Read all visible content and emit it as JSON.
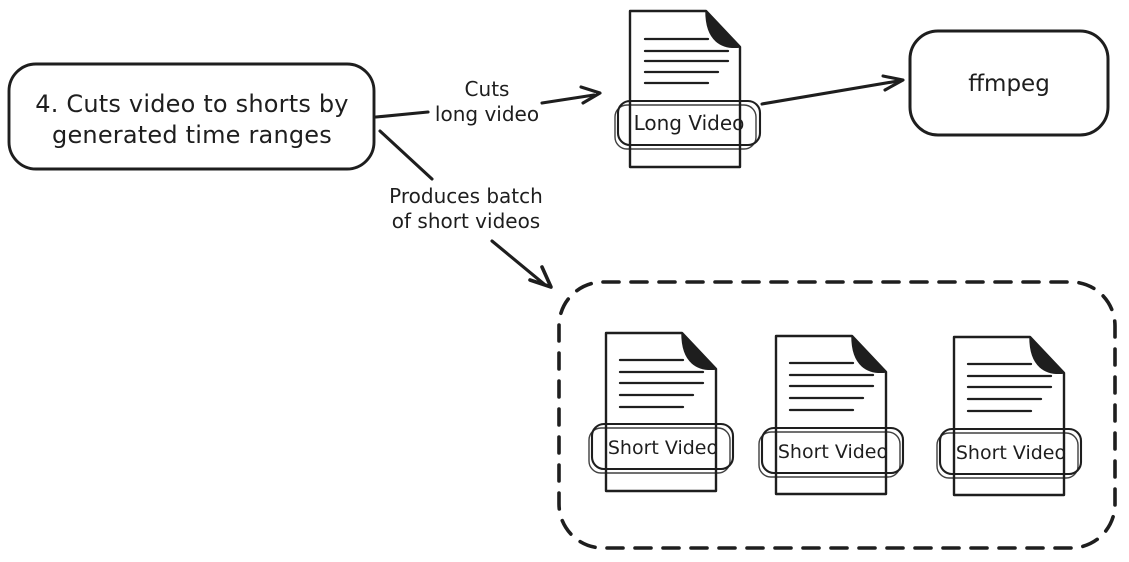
{
  "colors": {
    "stroke": "#1e1e1e",
    "task_fill": "#ffec99",
    "ffmpeg_fill": "#a5d8ff",
    "paper_fill": "#ffffff",
    "background": "#ffffff"
  },
  "task_box": {
    "line1": "4. Cuts video to shorts by",
    "line2": "generated time ranges"
  },
  "arrows": {
    "cuts": {
      "line1": "Cuts",
      "line2": "long video"
    },
    "produces": {
      "line1": "Produces batch",
      "line2": "of short videos"
    }
  },
  "ffmpeg_box": {
    "label": "ffmpeg"
  },
  "long_video_doc": {
    "label": "Long Video"
  },
  "short_video_docs": [
    {
      "label": "Short Video"
    },
    {
      "label": "Short Video"
    },
    {
      "label": "Short Video"
    }
  ]
}
